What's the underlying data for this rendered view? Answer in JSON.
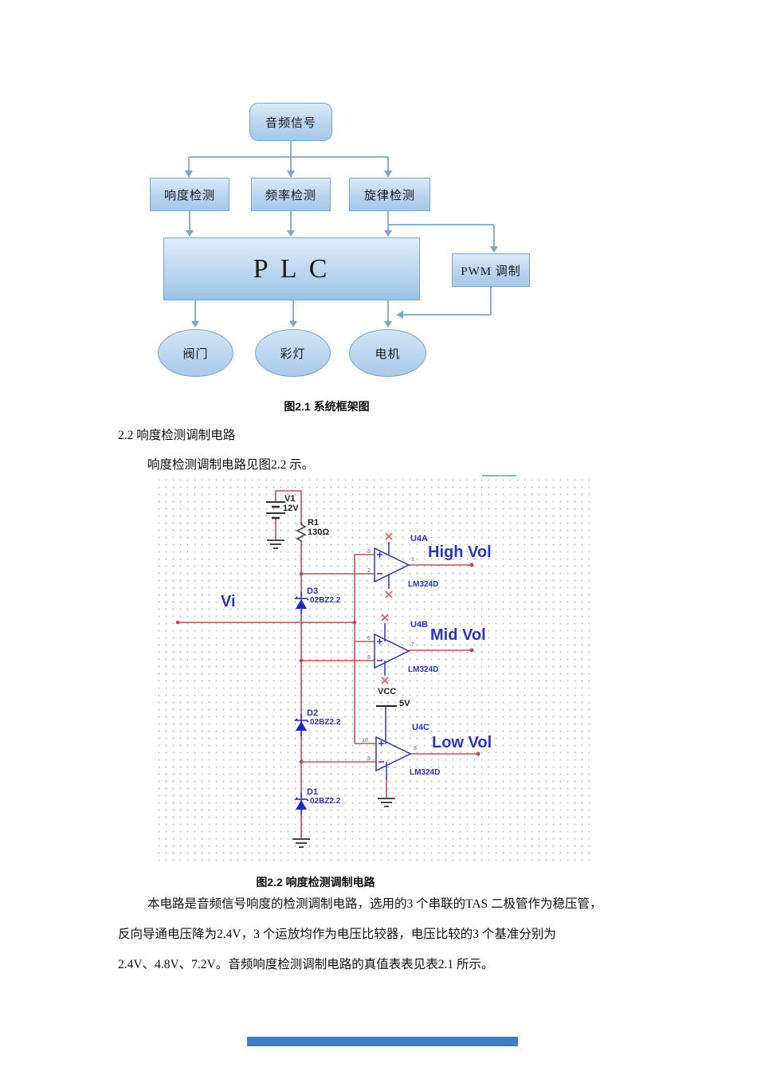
{
  "colors": {
    "flow_border": "#6fa8d2",
    "flow_line": "#7ba7cd",
    "wire_red": "#c85050",
    "component_blue": "#2a35c0",
    "teal_marker": "#72c5cd",
    "table_edge_blue": "#3f7cc0"
  },
  "flowchart": {
    "audio": "音频信号",
    "loudness": "响度检测",
    "frequency": "频率检测",
    "melody": "旋律检测",
    "plc": "P L C",
    "pwm": "PWM 调制",
    "valve": "阀门",
    "lights": "彩灯",
    "motor": "电机"
  },
  "figure_2_1": {
    "caption": "图2.1  系统框架图"
  },
  "section_2_2": {
    "heading": "2.2  响度检测调制电路",
    "intro": "响度检测调制电路见图2.2  示。"
  },
  "circuit": {
    "input": "Vi",
    "v1": {
      "ref": "V1",
      "value": "12V"
    },
    "r1": {
      "ref": "R1",
      "value": "130Ω"
    },
    "vcc": {
      "label": "VCC",
      "value": "5V"
    },
    "d3": {
      "ref": "D3",
      "part": "02BZ2.2"
    },
    "d2": {
      "ref": "D2",
      "part": "02BZ2.2"
    },
    "d1": {
      "ref": "D1",
      "part": "02BZ2.2"
    },
    "u4a": {
      "ref": "U4A",
      "part": "LM324D",
      "out": "High Vol",
      "pin_plus": "3",
      "pin_minus": "2",
      "pin_out": "1"
    },
    "u4b": {
      "ref": "U4B",
      "part": "LM324D",
      "out": "Mid Vol",
      "pin_plus": "5",
      "pin_minus": "6",
      "pin_out": "7"
    },
    "u4c": {
      "ref": "U4C",
      "part": "LM324D",
      "out": "Low Vol",
      "pin_plus": "10",
      "pin_minus": "9",
      "pin_out": "8"
    }
  },
  "figure_2_2": {
    "caption": "图2.2  响度检测调制电路"
  },
  "paragraph": {
    "line1": "本电路是音频信号响度的检测调制电路，选用的3 个串联的TAS 二极管作为稳压管，",
    "line2": "反向导通电压降为2.4V，3 个运放均作为电压比较器，电压比较的3 个基准分别为",
    "line3": "2.4V、4.8V、7.2V。音频响度检测调制电路的真值表表见表2.1  所示。"
  }
}
